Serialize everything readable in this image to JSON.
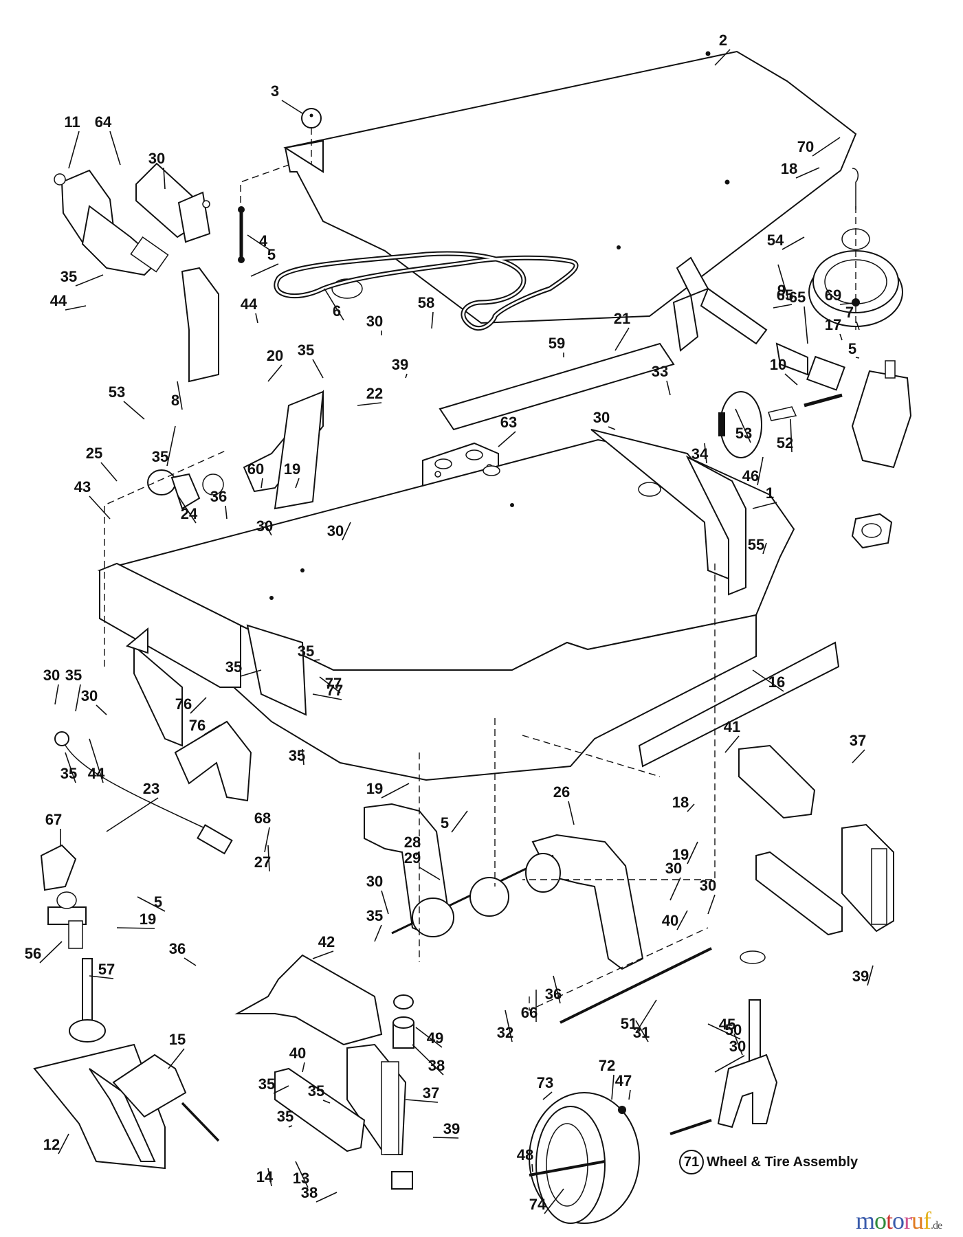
{
  "diagram": {
    "title": "Mower Deck Exploded Parts Diagram",
    "callouts": [
      {
        "id": "c2",
        "label": "2"
      },
      {
        "id": "c3",
        "label": "3"
      },
      {
        "id": "c11",
        "label": "11"
      },
      {
        "id": "c64",
        "label": "64"
      },
      {
        "id": "c30a",
        "label": "30"
      },
      {
        "id": "c4",
        "label": "4"
      },
      {
        "id": "c5a",
        "label": "5"
      },
      {
        "id": "c35a",
        "label": "35"
      },
      {
        "id": "c44a",
        "label": "44"
      },
      {
        "id": "c44b",
        "label": "44"
      },
      {
        "id": "c6",
        "label": "6"
      },
      {
        "id": "c58",
        "label": "58"
      },
      {
        "id": "c70",
        "label": "70"
      },
      {
        "id": "c18a",
        "label": "18"
      },
      {
        "id": "c54",
        "label": "54"
      },
      {
        "id": "c9",
        "label": "9"
      },
      {
        "id": "c65a",
        "label": "65"
      },
      {
        "id": "c69",
        "label": "69"
      },
      {
        "id": "c7",
        "label": "7"
      },
      {
        "id": "c17",
        "label": "17"
      },
      {
        "id": "c5b",
        "label": "5"
      },
      {
        "id": "c10",
        "label": "10"
      },
      {
        "id": "c65b",
        "label": "65"
      },
      {
        "id": "c21",
        "label": "21"
      },
      {
        "id": "c59",
        "label": "59"
      },
      {
        "id": "c30b",
        "label": "30"
      },
      {
        "id": "c39a",
        "label": "39"
      },
      {
        "id": "c20",
        "label": "20"
      },
      {
        "id": "c35b",
        "label": "35"
      },
      {
        "id": "c22",
        "label": "22"
      },
      {
        "id": "c8",
        "label": "8"
      },
      {
        "id": "c53a",
        "label": "53"
      },
      {
        "id": "c35c",
        "label": "35"
      },
      {
        "id": "c33",
        "label": "33"
      },
      {
        "id": "c30c",
        "label": "30"
      },
      {
        "id": "c34",
        "label": "34"
      },
      {
        "id": "c53b",
        "label": "53"
      },
      {
        "id": "c52",
        "label": "52"
      },
      {
        "id": "c46",
        "label": "46"
      },
      {
        "id": "c55",
        "label": "55"
      },
      {
        "id": "c63",
        "label": "63"
      },
      {
        "id": "c25",
        "label": "25"
      },
      {
        "id": "c24",
        "label": "24"
      },
      {
        "id": "c43",
        "label": "43"
      },
      {
        "id": "c36a",
        "label": "36"
      },
      {
        "id": "c60",
        "label": "60"
      },
      {
        "id": "c19a",
        "label": "19"
      },
      {
        "id": "c30d",
        "label": "30"
      },
      {
        "id": "c30e",
        "label": "30"
      },
      {
        "id": "c1",
        "label": "1"
      },
      {
        "id": "c30f",
        "label": "30"
      },
      {
        "id": "c35d",
        "label": "35"
      },
      {
        "id": "c35e",
        "label": "35"
      },
      {
        "id": "c35f",
        "label": "35"
      },
      {
        "id": "c77a",
        "label": "77"
      },
      {
        "id": "c77b",
        "label": "77"
      },
      {
        "id": "c76a",
        "label": "76"
      },
      {
        "id": "c76b",
        "label": "76"
      },
      {
        "id": "c30g",
        "label": "30"
      },
      {
        "id": "c44c",
        "label": "44"
      },
      {
        "id": "c35g",
        "label": "35"
      },
      {
        "id": "c35h",
        "label": "35"
      },
      {
        "id": "c16",
        "label": "16"
      },
      {
        "id": "c41",
        "label": "41"
      },
      {
        "id": "c37a",
        "label": "37"
      },
      {
        "id": "c23",
        "label": "23"
      },
      {
        "id": "c19b",
        "label": "19"
      },
      {
        "id": "c5c",
        "label": "5"
      },
      {
        "id": "c26",
        "label": "26"
      },
      {
        "id": "c18b",
        "label": "18"
      },
      {
        "id": "c19c",
        "label": "19"
      },
      {
        "id": "c27",
        "label": "27"
      },
      {
        "id": "c28",
        "label": "28"
      },
      {
        "id": "c29",
        "label": "29"
      },
      {
        "id": "c67",
        "label": "67"
      },
      {
        "id": "c68",
        "label": "68"
      },
      {
        "id": "c5d",
        "label": "5"
      },
      {
        "id": "c19d",
        "label": "19"
      },
      {
        "id": "c56",
        "label": "56"
      },
      {
        "id": "c57",
        "label": "57"
      },
      {
        "id": "c36b",
        "label": "36"
      },
      {
        "id": "c30h",
        "label": "30"
      },
      {
        "id": "c35i",
        "label": "35"
      },
      {
        "id": "c42",
        "label": "42"
      },
      {
        "id": "c30i",
        "label": "30"
      },
      {
        "id": "c30j",
        "label": "30"
      },
      {
        "id": "c40a",
        "label": "40"
      },
      {
        "id": "c39b",
        "label": "39"
      },
      {
        "id": "c36c",
        "label": "36"
      },
      {
        "id": "c66",
        "label": "66"
      },
      {
        "id": "c32",
        "label": "32"
      },
      {
        "id": "c31",
        "label": "31"
      },
      {
        "id": "c49",
        "label": "49"
      },
      {
        "id": "c38a",
        "label": "38"
      },
      {
        "id": "c50",
        "label": "50"
      },
      {
        "id": "c51",
        "label": "51"
      },
      {
        "id": "c45",
        "label": "45"
      },
      {
        "id": "c30k",
        "label": "30"
      },
      {
        "id": "c35j",
        "label": "35"
      },
      {
        "id": "c40b",
        "label": "40"
      },
      {
        "id": "c35k",
        "label": "35"
      },
      {
        "id": "c37b",
        "label": "37"
      },
      {
        "id": "c39c",
        "label": "39"
      },
      {
        "id": "c35l",
        "label": "35"
      },
      {
        "id": "c15",
        "label": "15"
      },
      {
        "id": "c12",
        "label": "12"
      },
      {
        "id": "c14",
        "label": "14"
      },
      {
        "id": "c13",
        "label": "13"
      },
      {
        "id": "c38b",
        "label": "38"
      },
      {
        "id": "c73",
        "label": "73"
      },
      {
        "id": "c72",
        "label": "72"
      },
      {
        "id": "c47",
        "label": "47"
      },
      {
        "id": "c48",
        "label": "48"
      },
      {
        "id": "c74",
        "label": "74"
      }
    ],
    "assembly_note": {
      "number": "71",
      "text": "Wheel & Tire Assembly"
    }
  },
  "watermark": {
    "letters": [
      {
        "char": "m",
        "color": "#3a5bab"
      },
      {
        "char": "o",
        "color": "#2e8b3a"
      },
      {
        "char": "t",
        "color": "#c9302c"
      },
      {
        "char": "o",
        "color": "#3a5bab"
      },
      {
        "char": "r",
        "color": "#d0548f"
      },
      {
        "char": "u",
        "color": "#e07b1f"
      },
      {
        "char": "f",
        "color": "#e3b21c"
      }
    ],
    "tld": ".de"
  }
}
